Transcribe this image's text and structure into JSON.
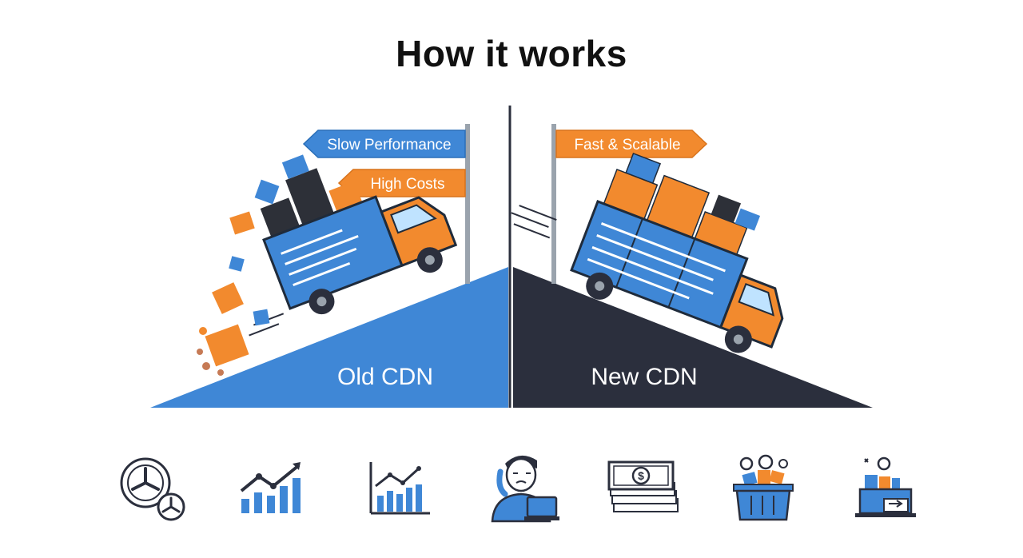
{
  "title": "How it works",
  "signs": {
    "slow": "Slow Performance",
    "costs": "High Costs",
    "fast": "Fast & Scalable"
  },
  "ramps": {
    "left_label": "Old CDN",
    "right_label": "New CDN"
  },
  "colors": {
    "blue": "#3f87d6",
    "navy": "#2b2f3d",
    "orange": "#f28a2e",
    "dark_box": "#2d3038"
  },
  "icons": [
    "gear-fan-icon",
    "rising-bar-chart-icon",
    "line-bar-chart-icon",
    "stressed-person-laptop-icon",
    "cash-stack-icon",
    "overflowing-basket-icon",
    "box-delivery-icon"
  ]
}
